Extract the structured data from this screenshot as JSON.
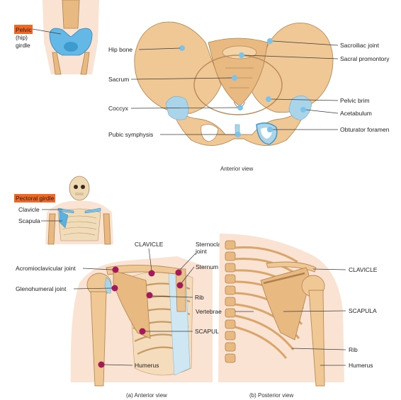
{
  "pelvis": {
    "thumb": {
      "highlight": "Pelvic",
      "rest_line1": "(hip)",
      "rest_line2": "girdle"
    },
    "labels": {
      "hip_bone": "Hip bone",
      "sacrum": "Sacrum",
      "coccyx": "Coccyx",
      "pubic_symphysis": "Pubic symphysis",
      "sacroiliac_joint": "Sacroiliac joint",
      "sacral_promontory": "Sacral promontory",
      "pelvic_brim": "Pelvic brim",
      "acetabulum": "Acetabulum",
      "obturator_foramen": "Obturator foramen"
    },
    "caption": "Anterior view"
  },
  "pectoral": {
    "thumb": {
      "highlight": "Pectoral girdle",
      "clavicle": "Clavicle",
      "scapula": "Scapula"
    },
    "labels": {
      "clavicle_caps": "CLAVICLE",
      "sternoclavicular_line1": "Sternoclavicular",
      "sternoclavicular_line2": "joint",
      "acromioclavicular": "Acromioclavicular joint",
      "sternum": "Sternum",
      "glenohumeral": "Glenohumeral joint",
      "rib": "Rib",
      "scapula_caps": "SCAPULA",
      "humerus": "Humerus",
      "vertebrae": "Vertebrae",
      "post_clavicle": "CLAVICLE",
      "post_scapula": "SCAPULA",
      "post_rib": "Rib",
      "post_humerus": "Humerus"
    },
    "caption_a": "(a) Anterior view",
    "caption_b": "(b) Posterior view"
  },
  "colors": {
    "highlight_orange": "#f26722",
    "marker_blue": "#7cc3ea",
    "marker_magenta": "#a3195b",
    "bone_tan": "#efc896",
    "cartilage_blue": "#a9d4ea"
  }
}
